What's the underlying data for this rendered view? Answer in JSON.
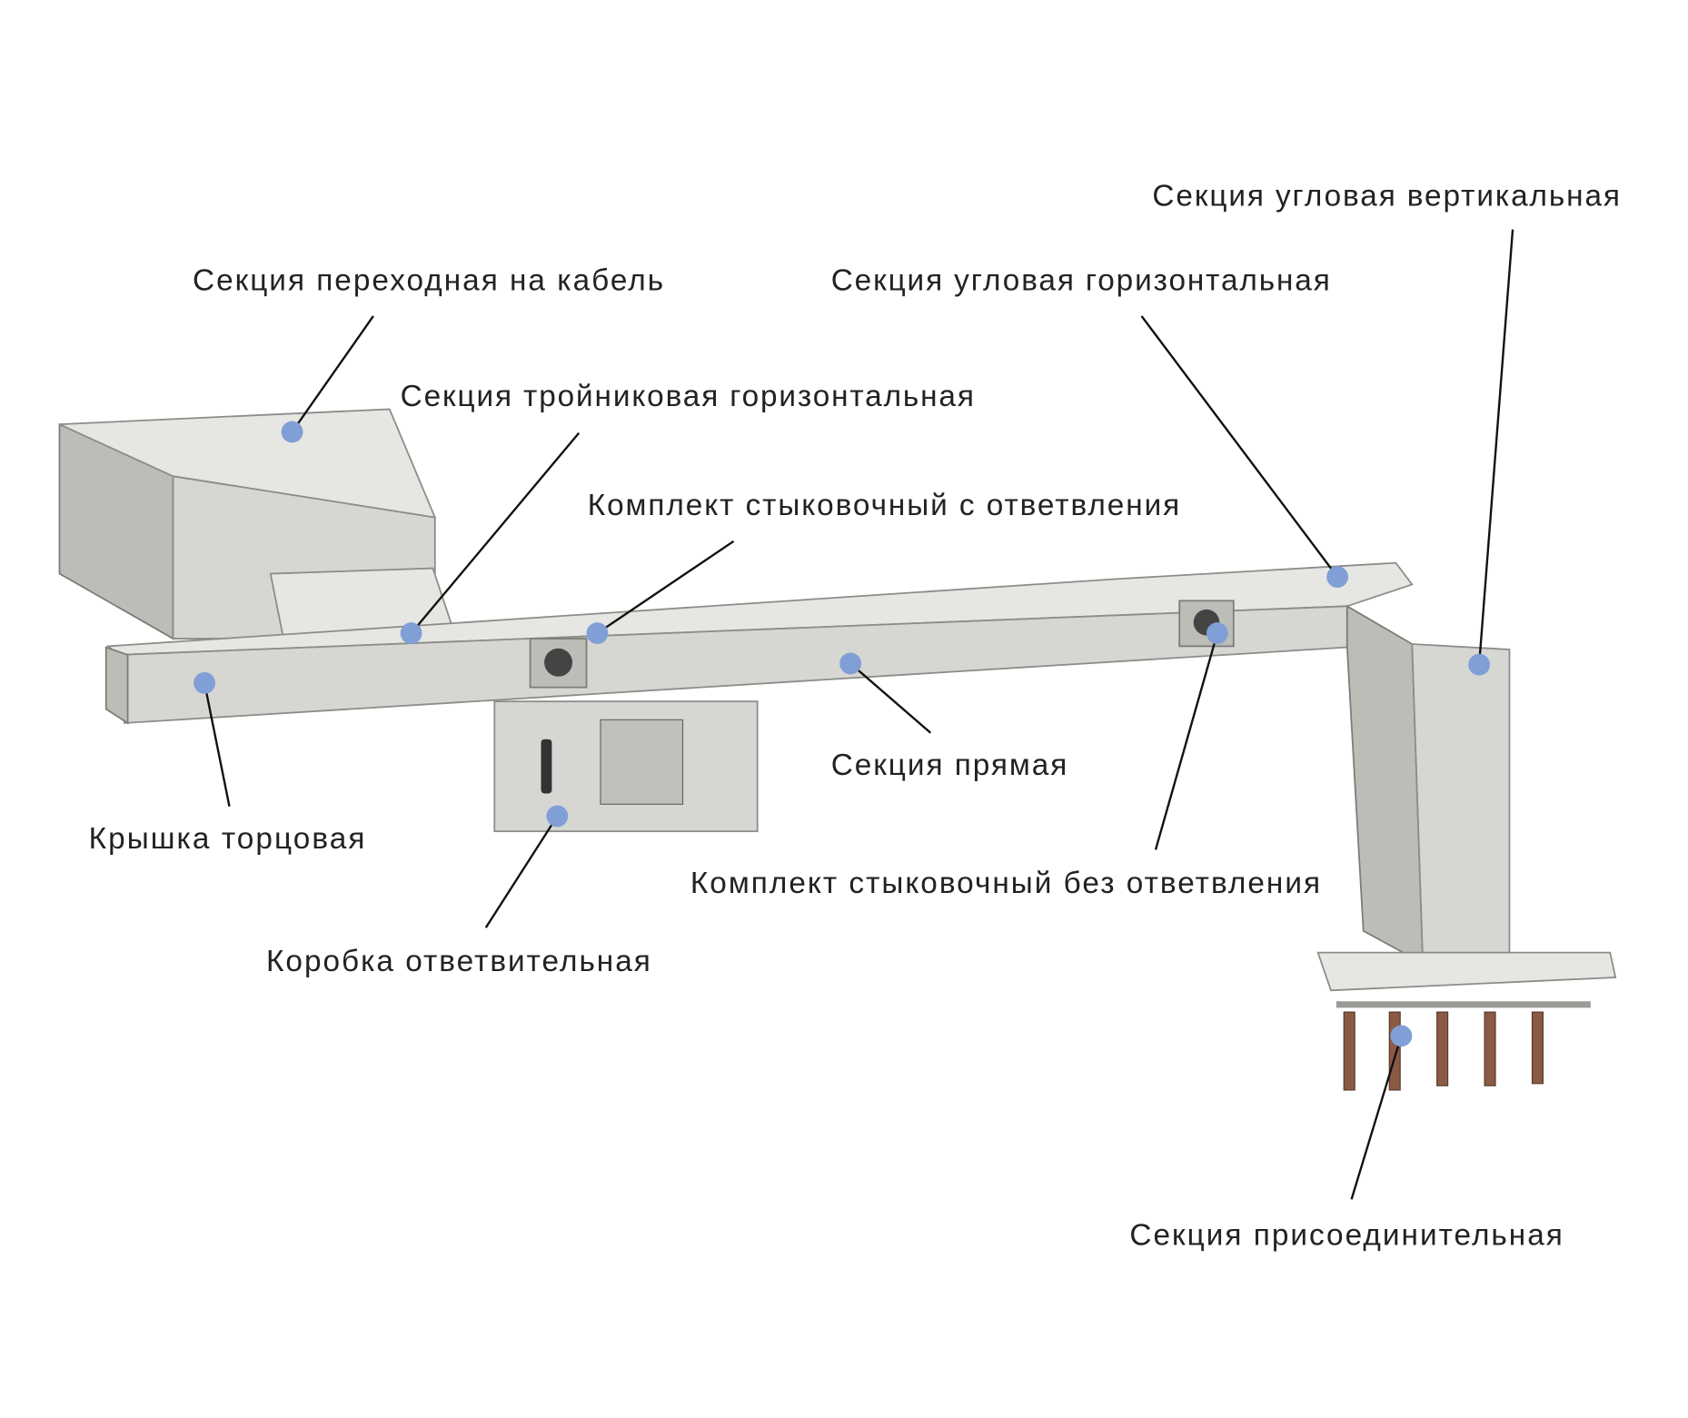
{
  "title": "Шинопровод — состав элементов",
  "colors": {
    "marker": "#7f9fd6",
    "metal": "#d6d6d2",
    "busbar": "#8a5a44"
  },
  "labels": [
    {
      "id": "corner-vertical",
      "text": "Секция угловая вертикальная"
    },
    {
      "id": "corner-horizontal",
      "text": "Секция угловая горизонтальная"
    },
    {
      "id": "cable-transition",
      "text": "Секция переходная на кабель"
    },
    {
      "id": "tee-horizontal",
      "text": "Секция тройниковая горизонтальная"
    },
    {
      "id": "joint-with-branch",
      "text": "Комплект стыковочный с ответвления"
    },
    {
      "id": "straight",
      "text": "Секция прямая"
    },
    {
      "id": "end-cover",
      "text": "Крышка торцовая"
    },
    {
      "id": "tap-box",
      "text": "Коробка ответвительная"
    },
    {
      "id": "joint-no-branch",
      "text": "Комплект стыковочный без ответвления"
    },
    {
      "id": "connection",
      "text": "Секция присоединительная"
    }
  ]
}
